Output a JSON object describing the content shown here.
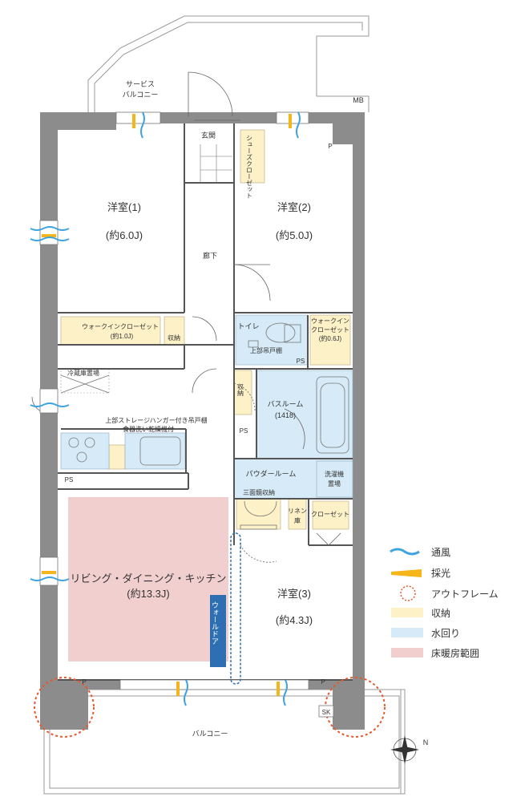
{
  "rooms": {
    "western1_name": "洋室(1)",
    "western1_size": "(約6.0J)",
    "western2_name": "洋室(2)",
    "western2_size": "(約5.0J)",
    "western3_name": "洋室(3)",
    "western3_size": "(約4.3J)",
    "ldk_name": "リビング・ダイニング・キッチン",
    "ldk_size": "(約13.3J)"
  },
  "labels": {
    "service_balcony_1": "サービス",
    "service_balcony_2": "バルコニー",
    "mb": "MB",
    "entrance": "玄関",
    "shoe_closet": "シューズクローゼット",
    "corridor": "廊下",
    "wic1_name": "ウォークインクローゼット",
    "wic1_size": "(約1.0J)",
    "storage": "収納",
    "toilet": "トイレ",
    "upper_shelf": "上部吊戸棚",
    "wic2_name_1": "ウォークイン",
    "wic2_name_2": "クローゼット",
    "wic2_size": "(約0.6J)",
    "fridge": "冷蔵庫置場",
    "storage2": "収納",
    "bathroom": "バスルーム",
    "bathroom_size": "(1418)",
    "upper_storage_note": "上部ストレージハンガー付き吊戸棚",
    "dishwasher_note": "食器洗い乾燥機付",
    "powder_room": "パウダールーム",
    "washer_1": "洗濯機",
    "washer_2": "置場",
    "mirror_storage": "三面鏡収納",
    "linen_1": "リネン",
    "linen_2": "庫",
    "closet": "クローゼット",
    "wall_door": "ウォールドア",
    "balcony": "バルコニー",
    "ps1": "PS",
    "ps2": "PS",
    "ps3": "PS",
    "sk": "SK",
    "p1": "P",
    "p2": "P",
    "p3": "P"
  },
  "legend": [
    {
      "name": "ventilation",
      "label": "通風"
    },
    {
      "name": "daylight",
      "label": "採光"
    },
    {
      "name": "outframe",
      "label": "アウトフレーム"
    },
    {
      "name": "storage",
      "label": "収納"
    },
    {
      "name": "water",
      "label": "水回り"
    },
    {
      "name": "floor-heating",
      "label": "床暖房範囲"
    }
  ],
  "colors": {
    "wall": "#8c8c8c",
    "storage": "#fdf1c8",
    "water": "#d6eaf7",
    "floor_heating": "#f2cfcf",
    "ventilation": "#3fa3e0",
    "daylight": "#f5b51b",
    "outframe": "#e8582b",
    "wall_door": "#2e6fb3"
  },
  "compass": "N"
}
